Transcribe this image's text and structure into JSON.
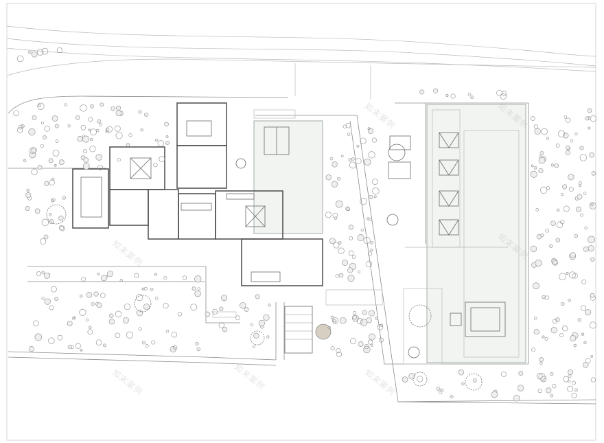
{
  "watermark": {
    "text": "知末案例"
  },
  "plan": {
    "layers": [
      "site-boundary",
      "house",
      "pools",
      "terraces",
      "vegetation"
    ]
  },
  "colors": {
    "line": "#8a8a8a",
    "wall": "#555555",
    "pool_fill": "#f1f4f1",
    "tree_stroke": "#9a9a9a",
    "round_table_fill": "#d8cfc3"
  }
}
